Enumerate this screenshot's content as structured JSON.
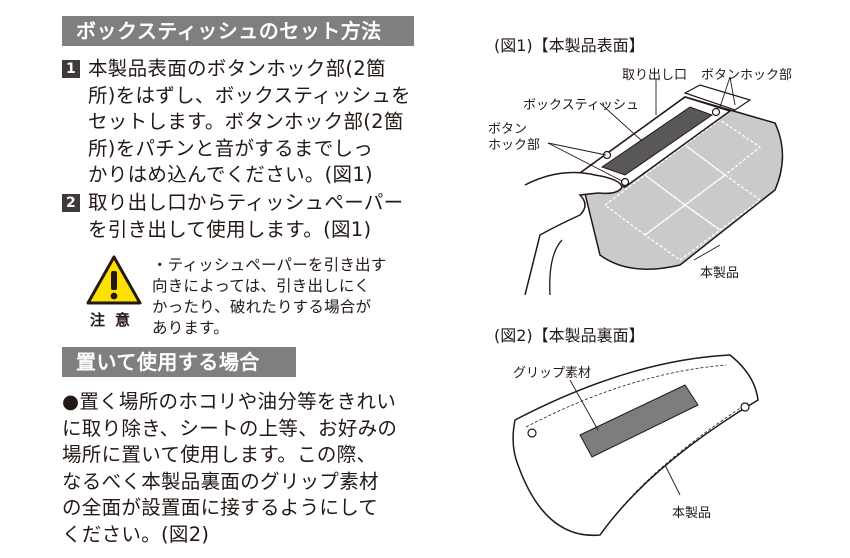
{
  "section_set": {
    "title": "ボックスティッシュのセット方法",
    "steps": [
      {
        "number": "1",
        "text": "本製品表面のボタンホック部(2箇\n所)をはずし、ボックスティッシュを\nセットします。ボタンホック部(2箇\n所)をパチンと音がするまでしっ\nかりはめ込んでください。(図1)"
      },
      {
        "number": "2",
        "text": "取り出し口からティッシュペーパー\nを引き出して使用します。(図1)"
      }
    ],
    "caution": {
      "label": "注意",
      "text": "・ティッシュペーパーを引き出す\n向きによっては、引き出しにく\nかったり、破れたりする場合が\nあります。"
    }
  },
  "section_place": {
    "title": "置いて使用する場合",
    "text": "●置く場所のホコリや油分等をきれい\nに取り除き、シートの上等、お好みの\n場所に置いて使用します。この際、\nなるべく本製品裏面のグリップ素材\nの全面が設置面に接するようにして\nください。(図2)"
  },
  "figure1": {
    "caption": "(図1)【本製品表面】",
    "labels": {
      "opening": "取り出し口",
      "button_hook_right": "ボタンホック部",
      "box_tissue": "ボックスティッシュ",
      "button_hook_left": "ボタン\nホック部",
      "product": "本製品"
    }
  },
  "figure2": {
    "caption": "(図2)【本製品裏面】",
    "labels": {
      "grip": "グリップ素材",
      "product": "本製品"
    }
  },
  "colors": {
    "header_bg": "#7f7f7f",
    "warning_yellow": "#ffe100",
    "text": "#231815"
  }
}
